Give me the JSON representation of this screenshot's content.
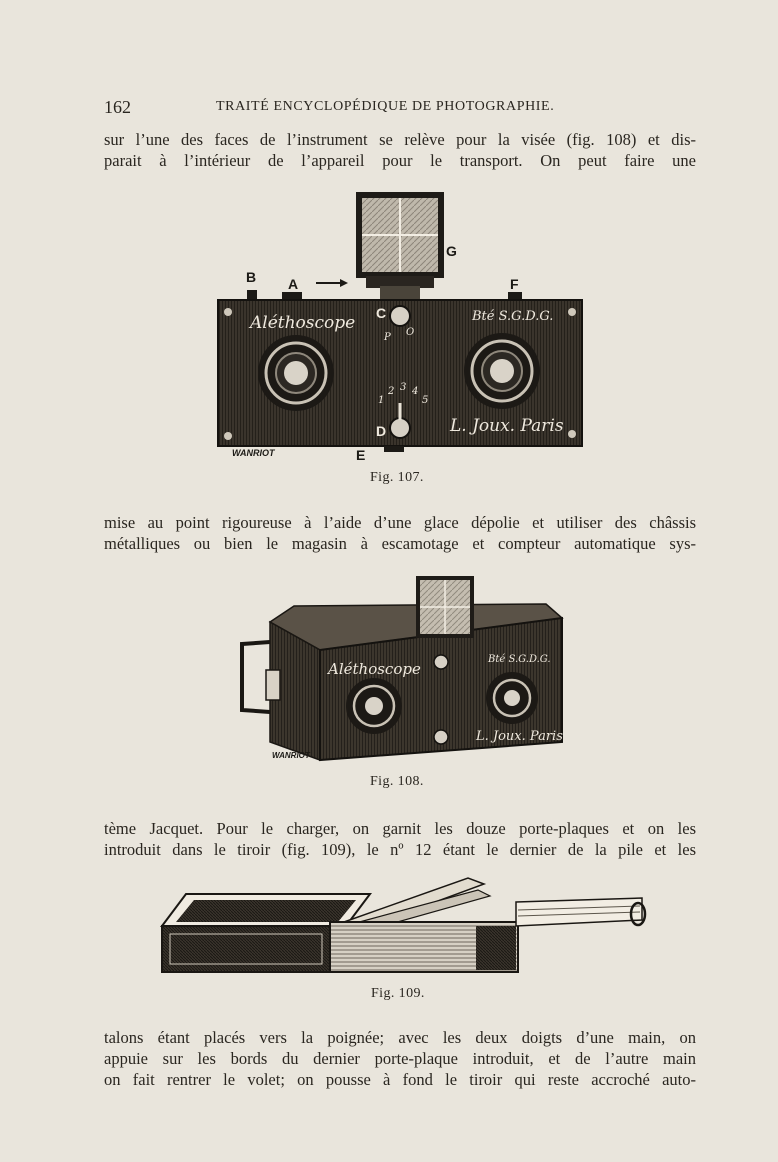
{
  "header": {
    "page_number": "162",
    "running_title": "TRAITÉ ENCYCLOPÉDIQUE DE PHOTOGRAPHIE."
  },
  "paragraphs": [
    {
      "lines": [
        "sur l’une des faces de l’instrument se relève pour la visée (fig. 108) et dis-",
        "parait à l’intérieur de l’appareil pour le transport. On peut faire une"
      ]
    },
    {
      "lines": [
        "mise au point rigoureuse à l’aide d’une glace dépolie et utiliser des châssis",
        "métalliques ou bien le magasin à escamotage et compteur automatique sys-"
      ]
    },
    {
      "lines": [
        "tème Jacquet. Pour le charger, on garnit les douze porte-plaques et on les",
        "introduit dans le tiroir (fig. 109), le nº 12 étant le dernier de la pile et les"
      ]
    },
    {
      "lines": [
        "talons étant placés vers la poignée; avec les deux doigts d’une main, on",
        "appuie sur les bords du dernier porte-plaque introduit, et de l’autre main",
        "on fait rentrer le volet; on pousse à fond le tiroir qui reste accroché auto-"
      ]
    }
  ],
  "figures": [
    {
      "caption": "Fig. 107.",
      "labels": {
        "A": "A",
        "B": "B",
        "C": "C",
        "D": "D",
        "E": "E",
        "F": "F",
        "G": "G"
      },
      "brand_script": "Aléthoscope",
      "patent": "Bté S.G.D.G.",
      "maker": "L. Joux. Paris",
      "dial_numbers": [
        "1",
        "2",
        "3",
        "4",
        "5"
      ],
      "engraver_signature": "WANRIOT"
    },
    {
      "caption": "Fig. 108.",
      "brand_script": "Aléthoscope",
      "patent": "Bté S.G.D.G.",
      "maker": "L. Joux. Paris",
      "engraver_signature": "WANRIOT"
    },
    {
      "caption": "Fig. 109."
    }
  ]
}
